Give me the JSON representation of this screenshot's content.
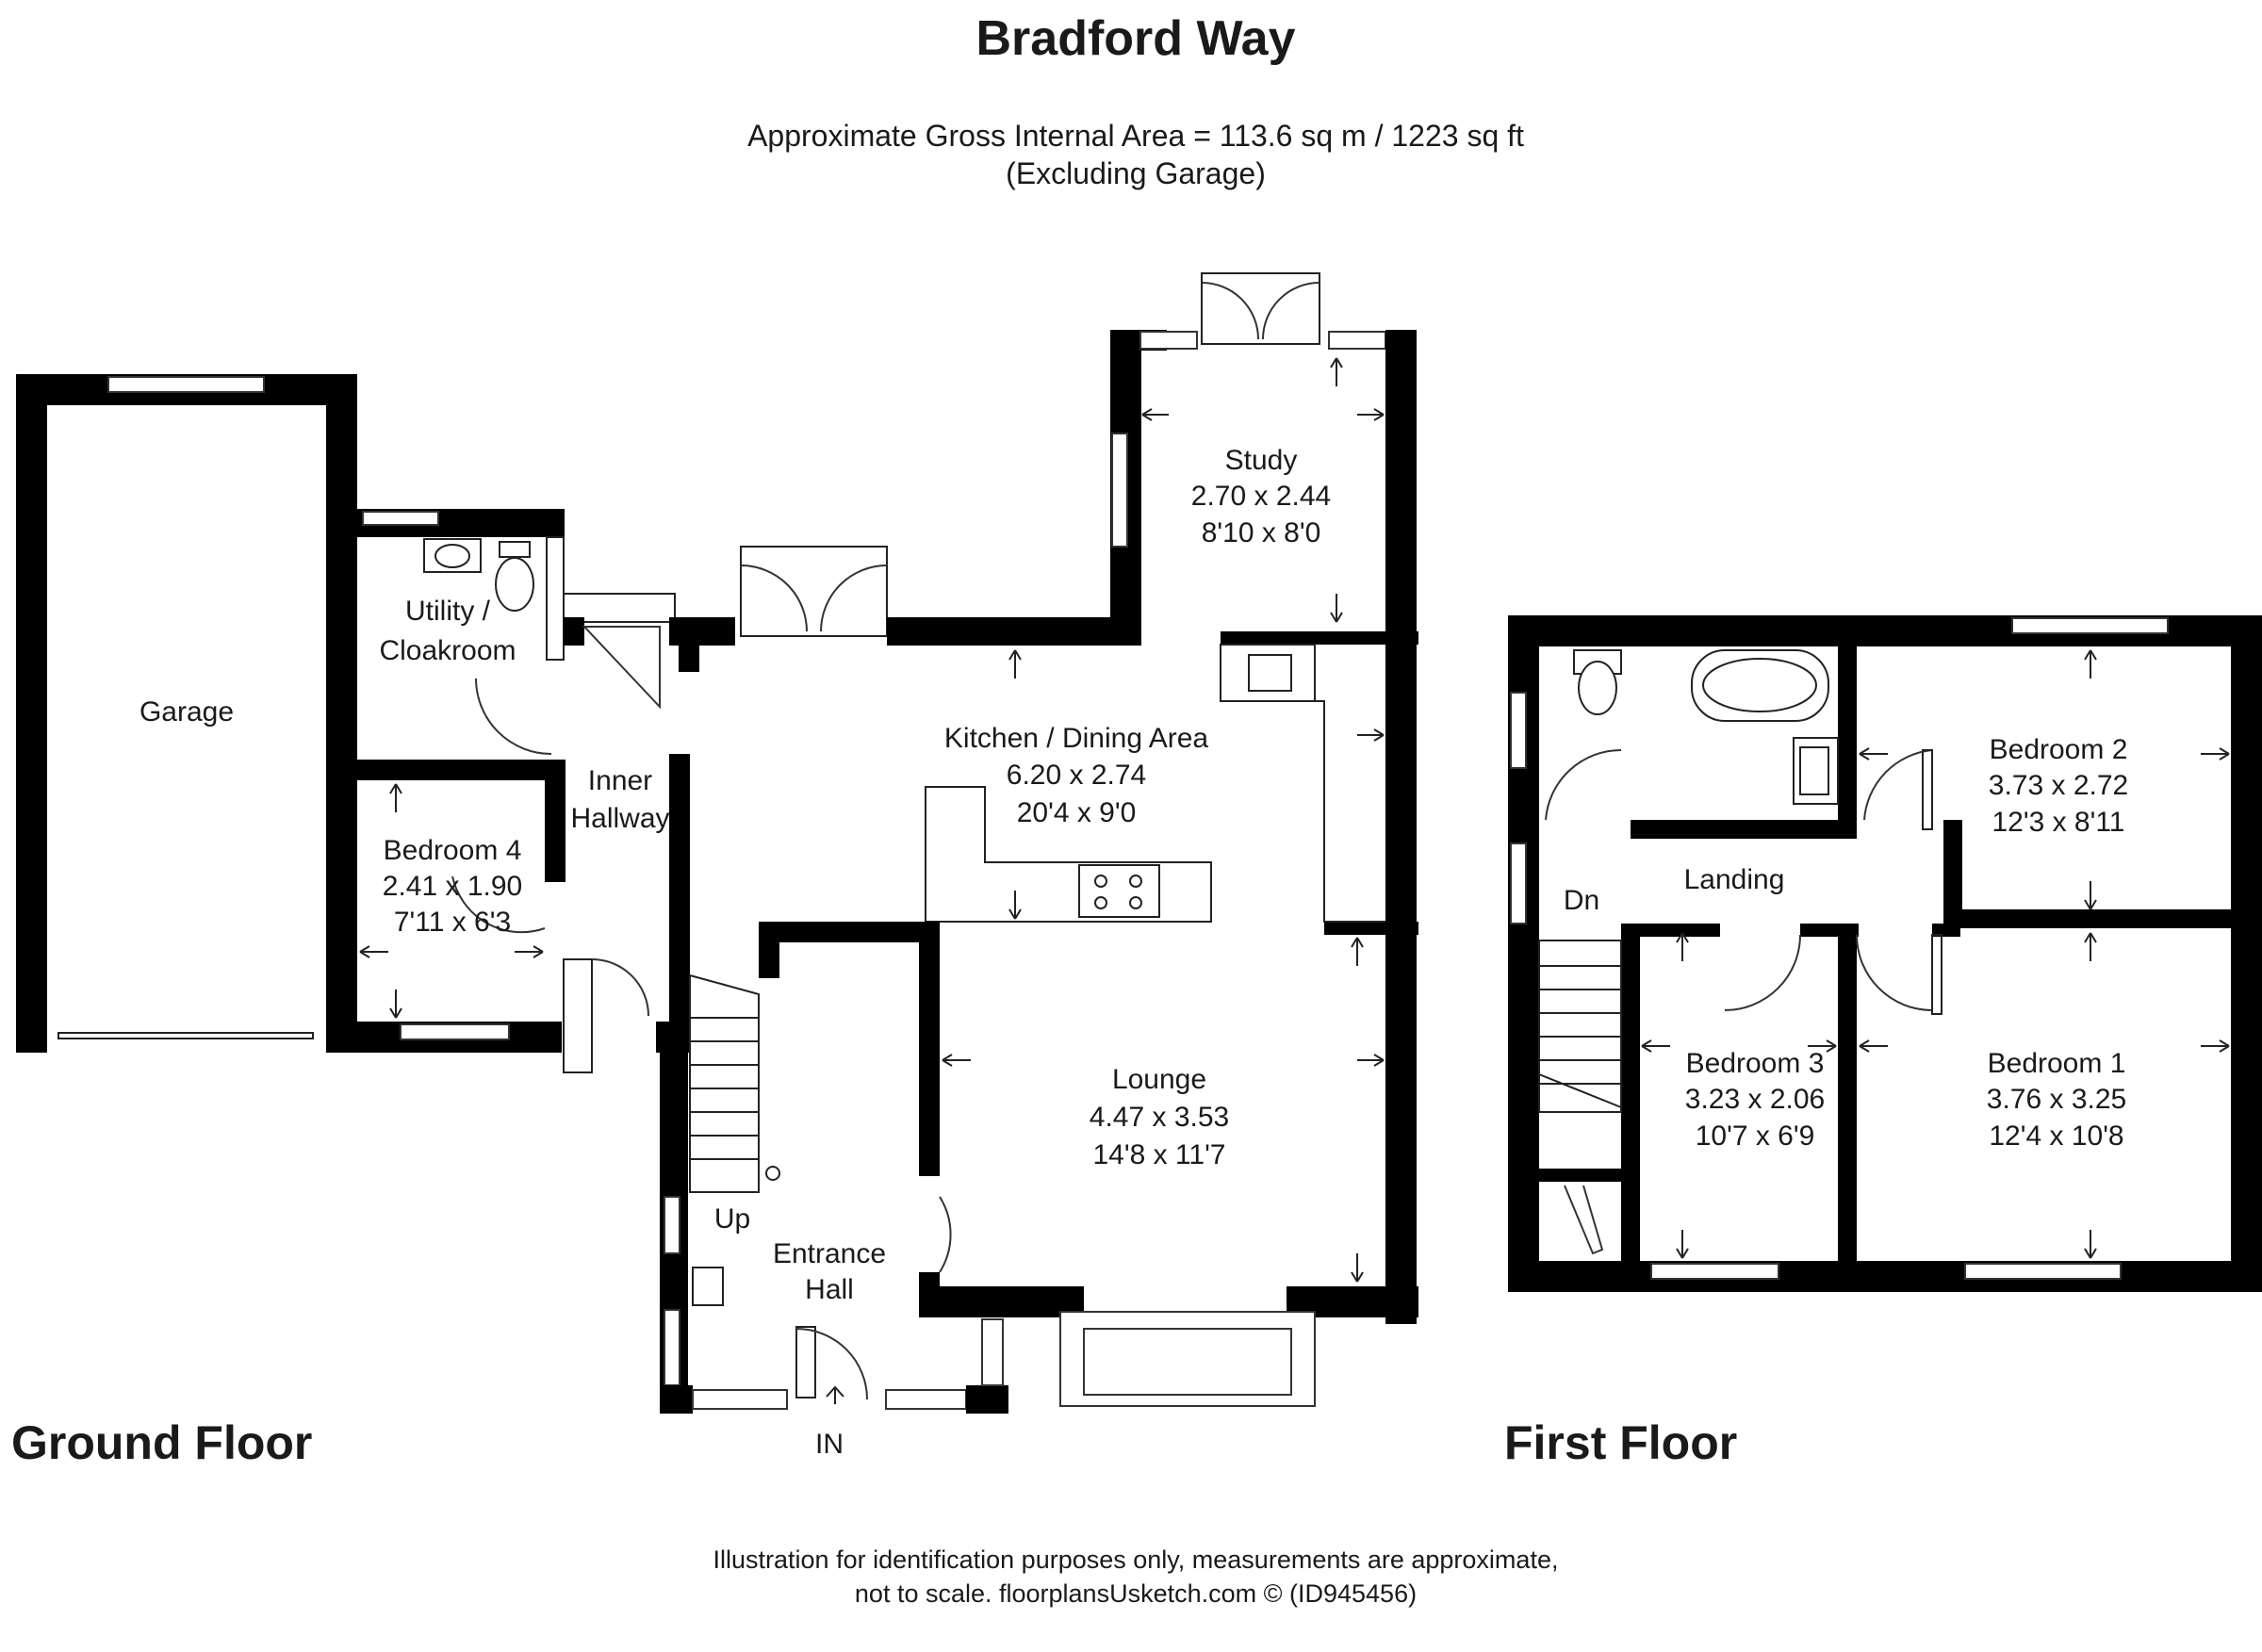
{
  "header": {
    "title": "Bradford Way",
    "area_line": "Approximate Gross Internal Area = 113.6 sq m / 1223 sq ft",
    "area_note": "(Excluding Garage)"
  },
  "floors": {
    "ground": {
      "label": "Ground Floor",
      "rooms": {
        "garage": {
          "name": "Garage"
        },
        "utility": {
          "line1": "Utility /",
          "line2": "Cloakroom"
        },
        "inner_hallway": {
          "line1": "Inner",
          "line2": "Hallway"
        },
        "bedroom4": {
          "name": "Bedroom 4",
          "metric": "2.41 x 1.90",
          "imperial": "7'11 x 6'3"
        },
        "study": {
          "name": "Study",
          "metric": "2.70 x 2.44",
          "imperial": "8'10 x 8'0"
        },
        "kitchen": {
          "name": "Kitchen / Dining Area",
          "metric": "6.20 x 2.74",
          "imperial": "20'4 x 9'0"
        },
        "lounge": {
          "name": "Lounge",
          "metric": "4.47 x 3.53",
          "imperial": "14'8 x 11'7"
        },
        "entrance": {
          "line1": "Entrance",
          "line2": "Hall"
        }
      },
      "stairs_label": "Up",
      "entry_label": "IN"
    },
    "first": {
      "label": "First Floor",
      "rooms": {
        "bedroom2": {
          "name": "Bedroom 2",
          "metric": "3.73 x 2.72",
          "imperial": "12'3 x 8'11"
        },
        "landing": {
          "name": "Landing"
        },
        "bedroom3": {
          "name": "Bedroom 3",
          "metric": "3.23 x 2.06",
          "imperial": "10'7 x 6'9"
        },
        "bedroom1": {
          "name": "Bedroom 1",
          "metric": "3.76 x 3.25",
          "imperial": "12'4 x 10'8"
        }
      },
      "stairs_label": "Dn"
    }
  },
  "footer": {
    "line1": "Illustration for identification purposes only, measurements are approximate,",
    "line2": "not to scale. floorplansUsketch.com © (ID945456)"
  }
}
